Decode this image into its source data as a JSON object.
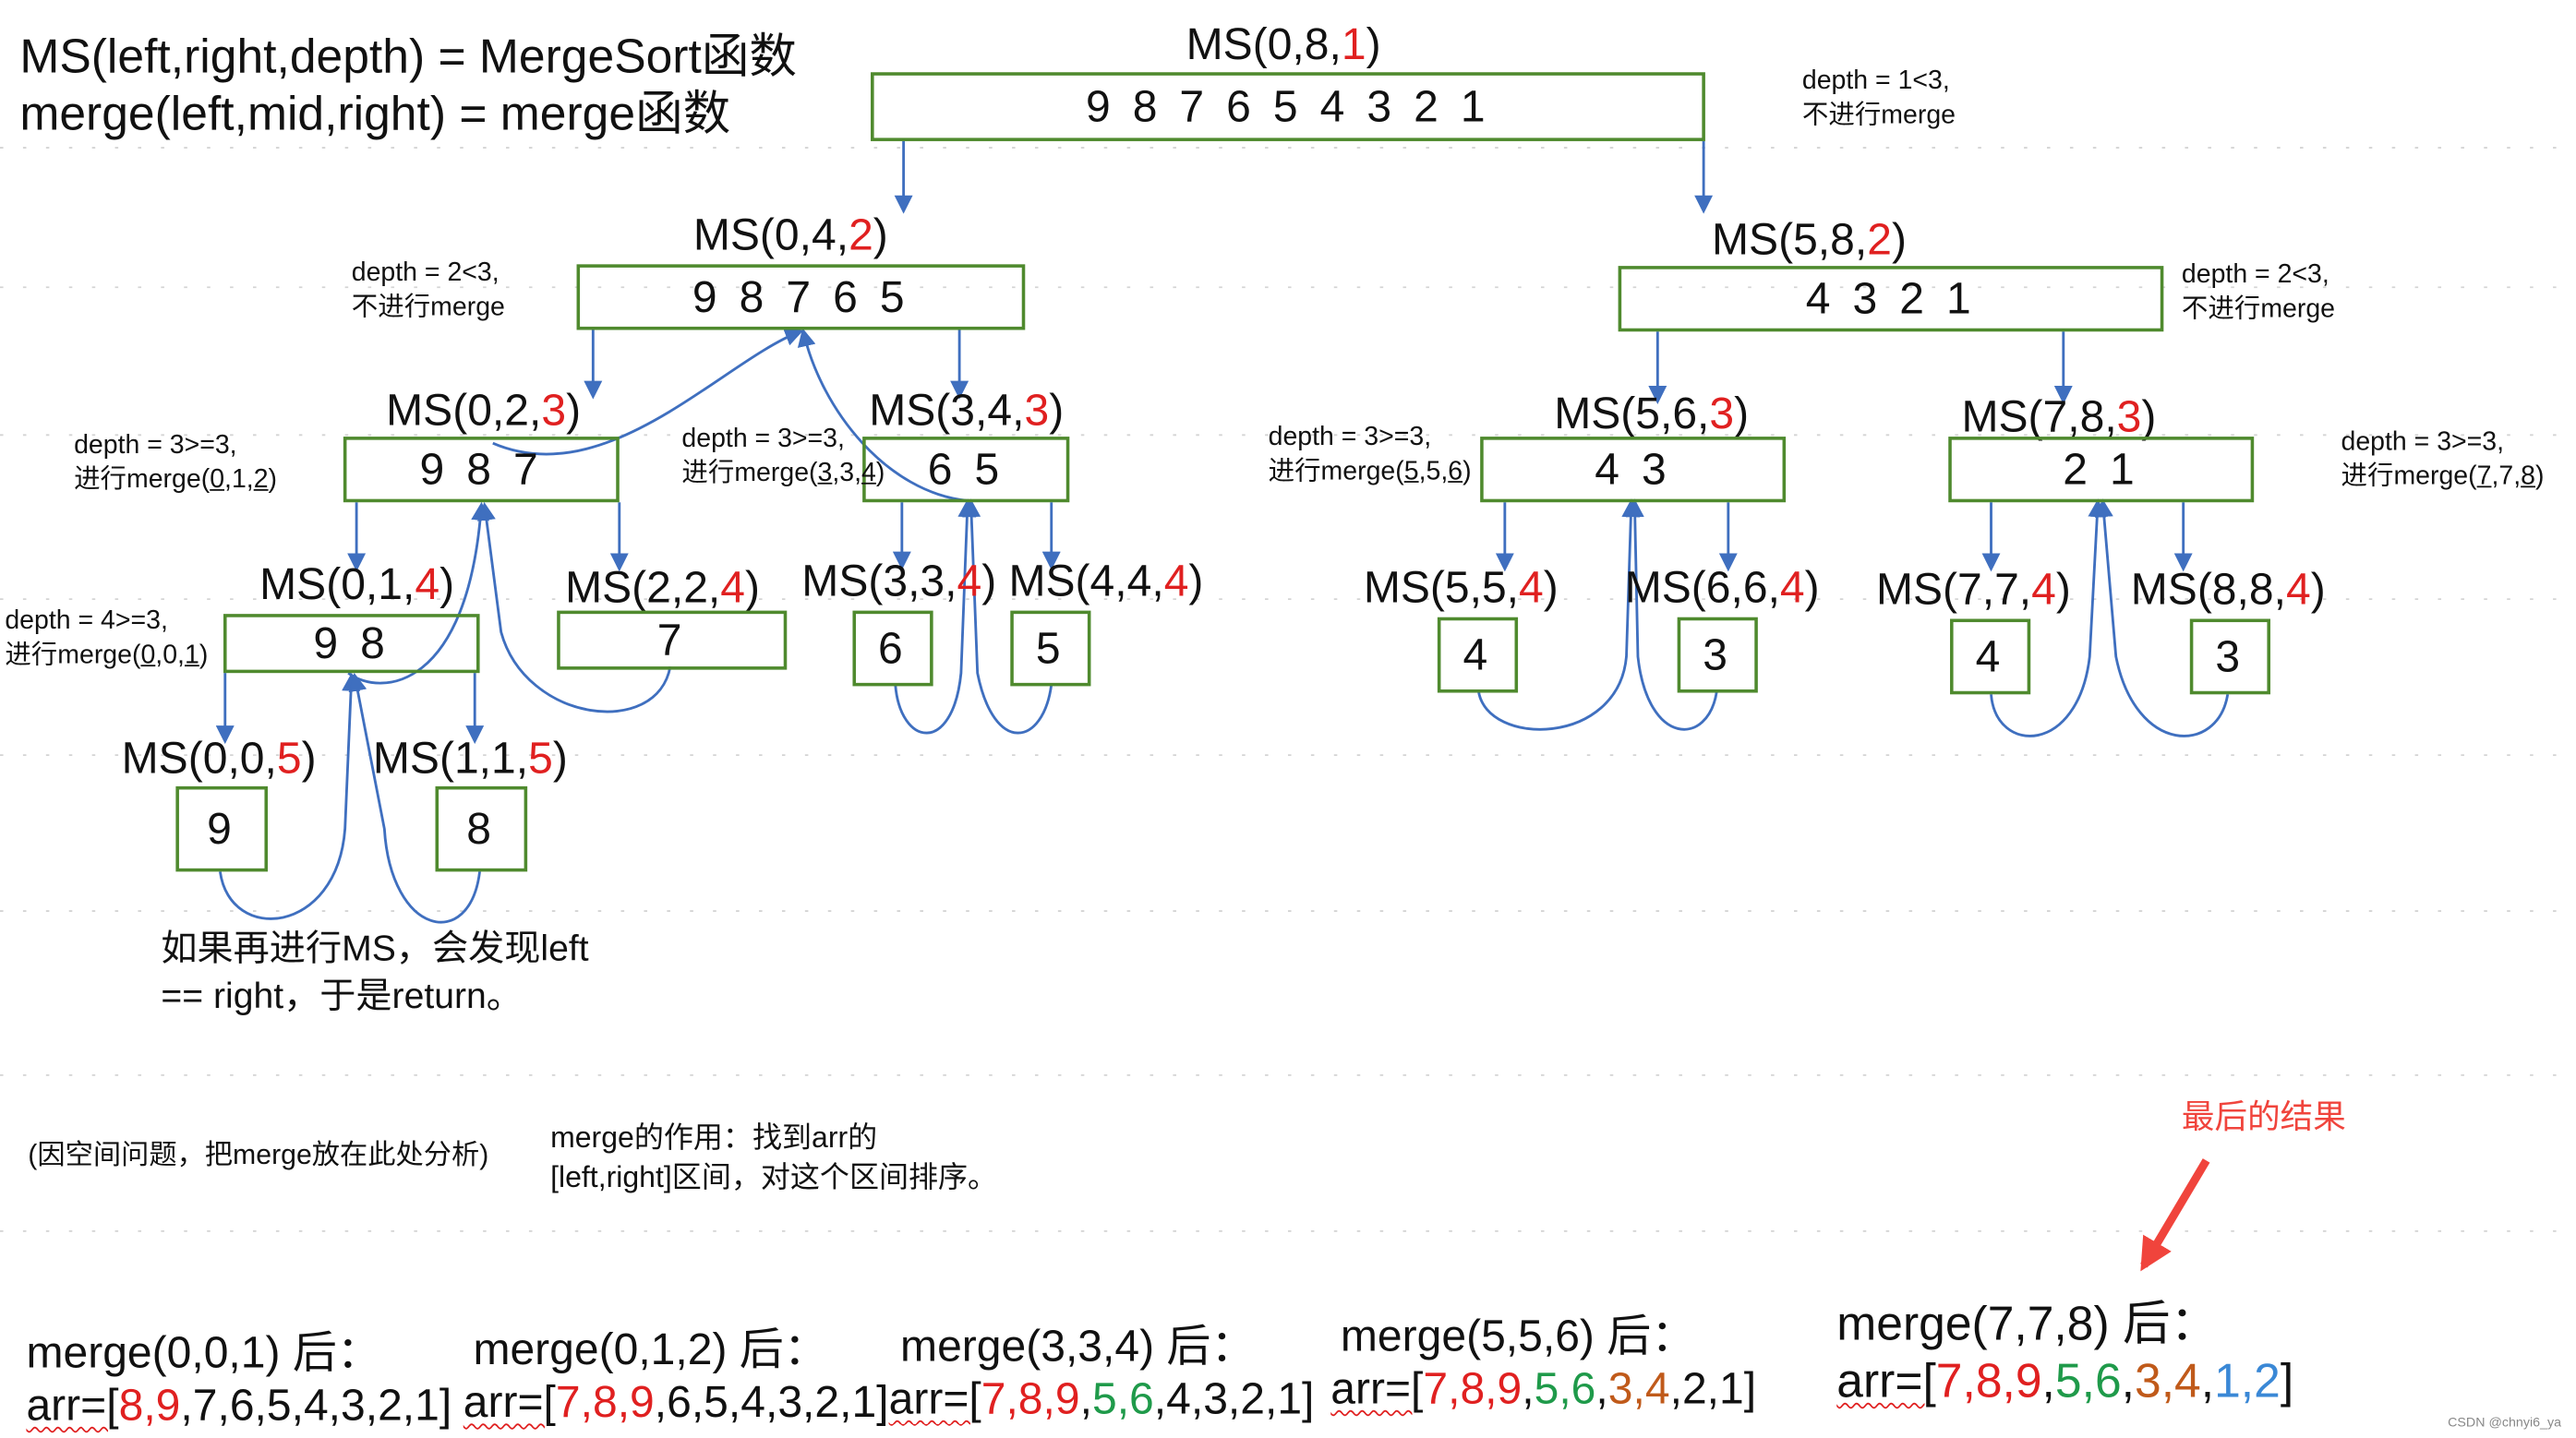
{
  "header": {
    "line1": "MS(left,right,depth) = MergeSort函数",
    "line2": "merge(left,mid,right) = merge函数"
  },
  "nodes": {
    "n08": {
      "pre": "MS(0,8,",
      "depth": "1",
      "post": ")",
      "box": "9 8 7 6 5 4 3 2 1"
    },
    "n04": {
      "pre": "MS(0,4,",
      "depth": "2",
      "post": ")",
      "box": "9 8 7 6 5"
    },
    "n58": {
      "pre": "MS(5,8,",
      "depth": "2",
      "post": ")",
      "box": "4 3 2 1"
    },
    "n02": {
      "pre": "MS(0,2,",
      "depth": "3",
      "post": ")",
      "box": "9 8 7"
    },
    "n34": {
      "pre": "MS(3,4,",
      "depth": "3",
      "post": ")",
      "box": "6 5"
    },
    "n56": {
      "pre": "MS(5,6,",
      "depth": "3",
      "post": ")",
      "box": "4 3"
    },
    "n78": {
      "pre": "MS(7,8,",
      "depth": "3",
      "post": ")",
      "box": "2 1"
    },
    "n01": {
      "pre": "MS(0,1,",
      "depth": "4",
      "post": ")",
      "box": "9 8"
    },
    "n22": {
      "pre": "MS(2,2,",
      "depth": "4",
      "post": ")",
      "box": "7"
    },
    "n33": {
      "pre": "MS(3,3,",
      "depth": "4",
      "post": ")",
      "box": "6"
    },
    "n44": {
      "pre": "MS(4,4,",
      "depth": "4",
      "post": ")",
      "box": "5"
    },
    "n55": {
      "pre": "MS(5,5,",
      "depth": "4",
      "post": ")",
      "box": "4"
    },
    "n66": {
      "pre": "MS(6,6,",
      "depth": "4",
      "post": ")",
      "box": "3"
    },
    "n77": {
      "pre": "MS(7,7,",
      "depth": "4",
      "post": ")",
      "box": "4"
    },
    "n88": {
      "pre": "MS(8,8,",
      "depth": "4",
      "post": ")",
      "box": "3"
    },
    "n00": {
      "pre": "MS(0,0,",
      "depth": "5",
      "post": ")",
      "box": "9"
    },
    "n11": {
      "pre": "MS(1,1,",
      "depth": "5",
      "post": ")",
      "box": "8"
    }
  },
  "notes": {
    "d1": {
      "a": "depth = 1<3,",
      "b": "不进行merge"
    },
    "d2a": {
      "a": "depth = 2<3,",
      "b": "不进行merge"
    },
    "d2b": {
      "a": "depth = 2<3,",
      "b": "不进行merge"
    },
    "d3a": {
      "a": "depth = 3>=3,",
      "b1": "进行merge(",
      "u": "0",
      "b2": ",1,",
      "u2": "2",
      "b3": ")"
    },
    "d3b": {
      "a": "depth = 3>=3,",
      "b1": "进行merge(",
      "u": "3",
      "b2": ",3,",
      "u2": "4",
      "b3": ")"
    },
    "d3c": {
      "a": "depth = 3>=3,",
      "b1": "进行merge(",
      "u": "5",
      "b2": ",5,",
      "u2": "6",
      "b3": ")"
    },
    "d3d": {
      "a": "depth = 3>=3,",
      "b1": "进行merge(",
      "u": "7",
      "b2": ",7,",
      "u2": "8",
      "b3": ")"
    },
    "d4": {
      "a": "depth = 4>=3,",
      "b1": "进行merge(",
      "u": "0",
      "b2": ",0,",
      "u2": "1",
      "b3": ")"
    }
  },
  "remark": {
    "line1": "如果再进行MS，会发现left",
    "line2": "== right，于是return。"
  },
  "space_note": "(因空间问题，把merge放在此处分析)",
  "merge_role": {
    "line1": "merge的作用：找到arr的",
    "line2": "[left,right]区间，对这个区间排序。"
  },
  "final_label": "最后的结果",
  "results": [
    {
      "call": "merge(0,0,1) 后：",
      "arr_pre": "arr=[",
      "parts": [
        [
          "8,9",
          "r"
        ],
        [
          ",7,6,5,4,3,2,1]",
          ""
        ]
      ]
    },
    {
      "call": "merge(0,1,2) 后：",
      "arr_pre": "arr=[",
      "parts": [
        [
          "7,8,9",
          "r"
        ],
        [
          ",6,5,4,3,2,1]",
          ""
        ]
      ]
    },
    {
      "call": "merge(3,3,4) 后：",
      "arr_pre": "arr=[",
      "parts": [
        [
          "7,8,9",
          "r"
        ],
        [
          ",",
          ""
        ],
        [
          "5,6",
          "g"
        ],
        [
          ",4,3,2,1]",
          ""
        ]
      ]
    },
    {
      "call": "merge(5,5,6) 后：",
      "arr_pre": "arr=[",
      "parts": [
        [
          "7,8,9",
          "r"
        ],
        [
          ",",
          ""
        ],
        [
          "5,6",
          "g"
        ],
        [
          ",",
          ""
        ],
        [
          "3,4",
          "o"
        ],
        [
          ",2,1]",
          ""
        ]
      ]
    },
    {
      "call": "merge(7,7,8) 后：",
      "arr_pre": "arr=[",
      "parts": [
        [
          "7,8,9",
          "r"
        ],
        [
          ",",
          ""
        ],
        [
          "5,6",
          "g"
        ],
        [
          ",",
          ""
        ],
        [
          "3,4",
          "o"
        ],
        [
          ",",
          ""
        ],
        [
          "1,2",
          "b"
        ],
        [
          "]",
          ""
        ]
      ]
    }
  ],
  "watermark": "CSDN @chnyi6_ya",
  "colors": {
    "box_border": "#4f8a2e",
    "arrow": "#3f6fbf",
    "depth_red": "#e02020",
    "annotation_red": "#f0443c"
  }
}
